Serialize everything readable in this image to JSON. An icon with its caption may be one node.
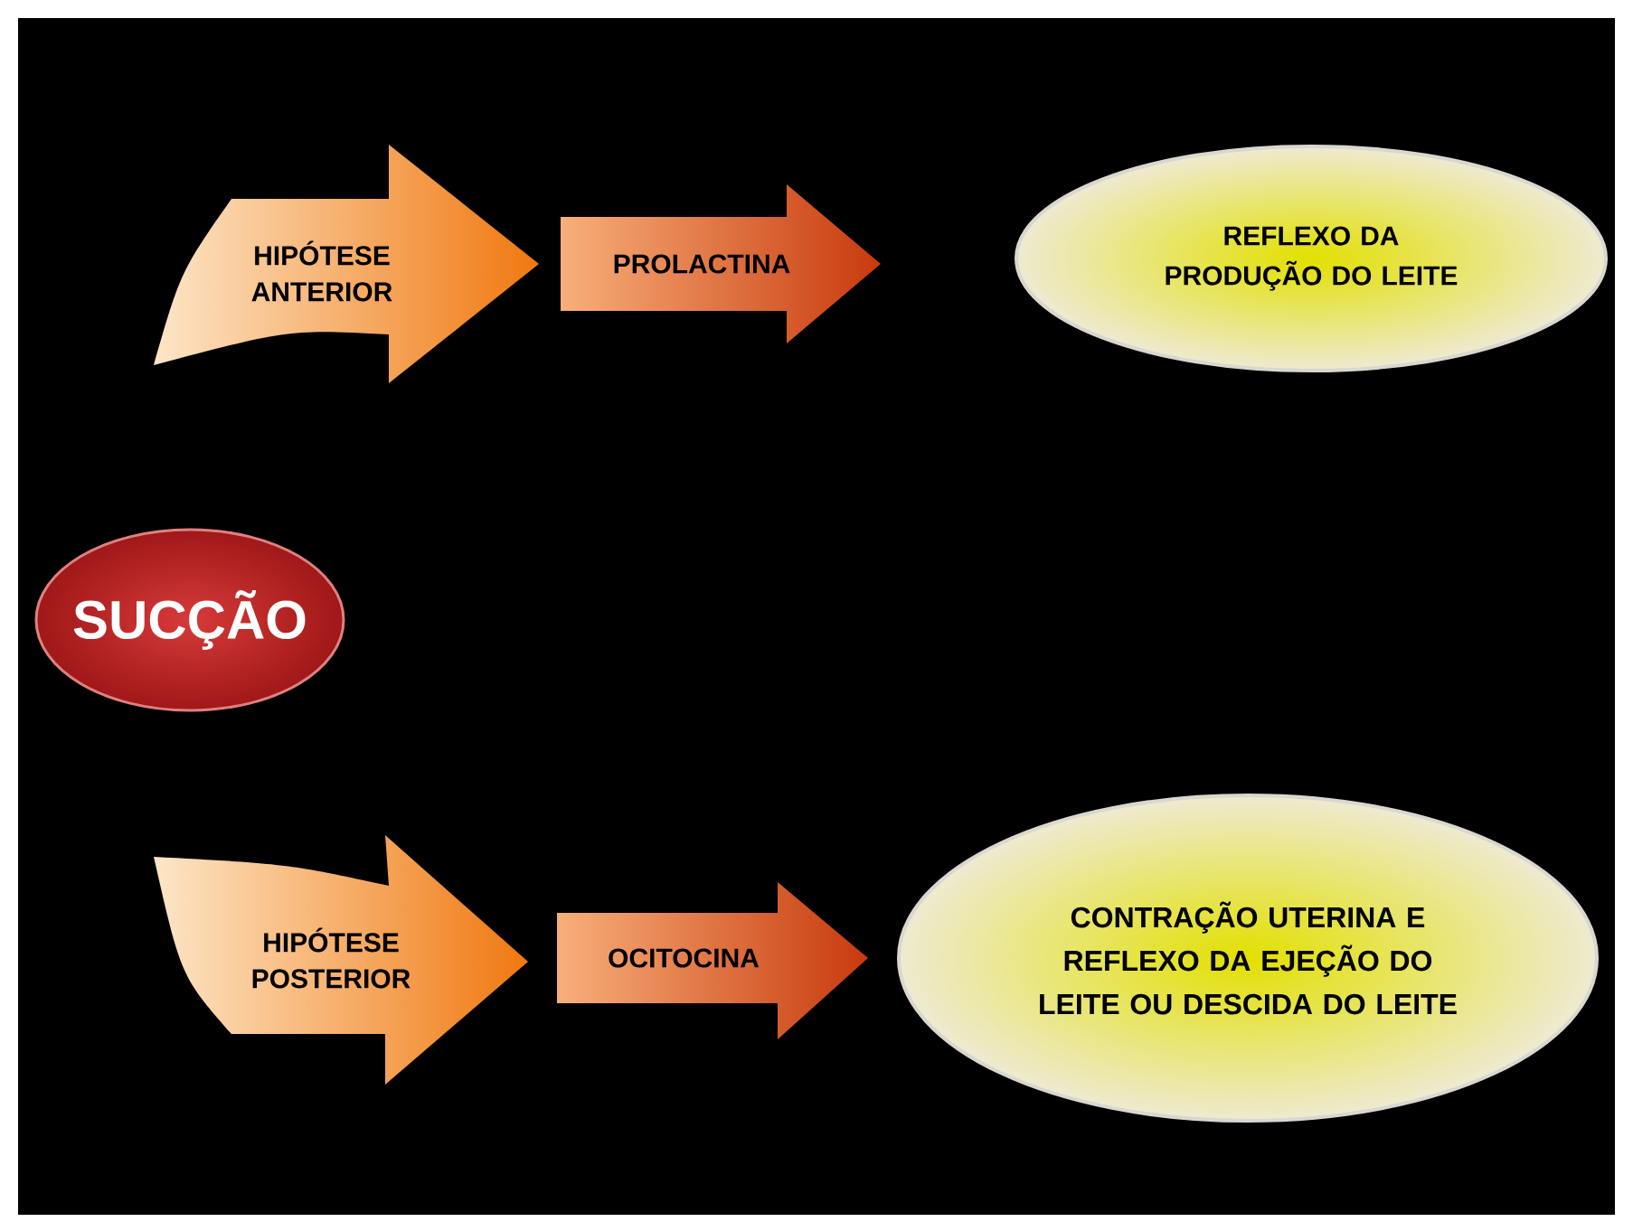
{
  "diagram": {
    "nodes": [
      {
        "text": [
          "HIPÓTESE ANTERIOR"
        ]
      },
      {
        "text": [
          "PROLACTINA"
        ]
      },
      {
        "text": [
          "REFLEXO DA PRODUÇÃO DO LEITE"
        ]
      },
      {
        "text": [
          "SUCÇÃO"
        ]
      },
      {
        "text": [
          "HIPÓTESE POSTERIOR"
        ]
      },
      {
        "text": [
          "OCITOCINA"
        ]
      },
      {
        "text": [
          "CONTRAÇÃO UTERINA E REFLEXO DA EJEÇÃO DO LEITE OU DESCIDA DO LEITE"
        ]
      }
    ]
  }
}
